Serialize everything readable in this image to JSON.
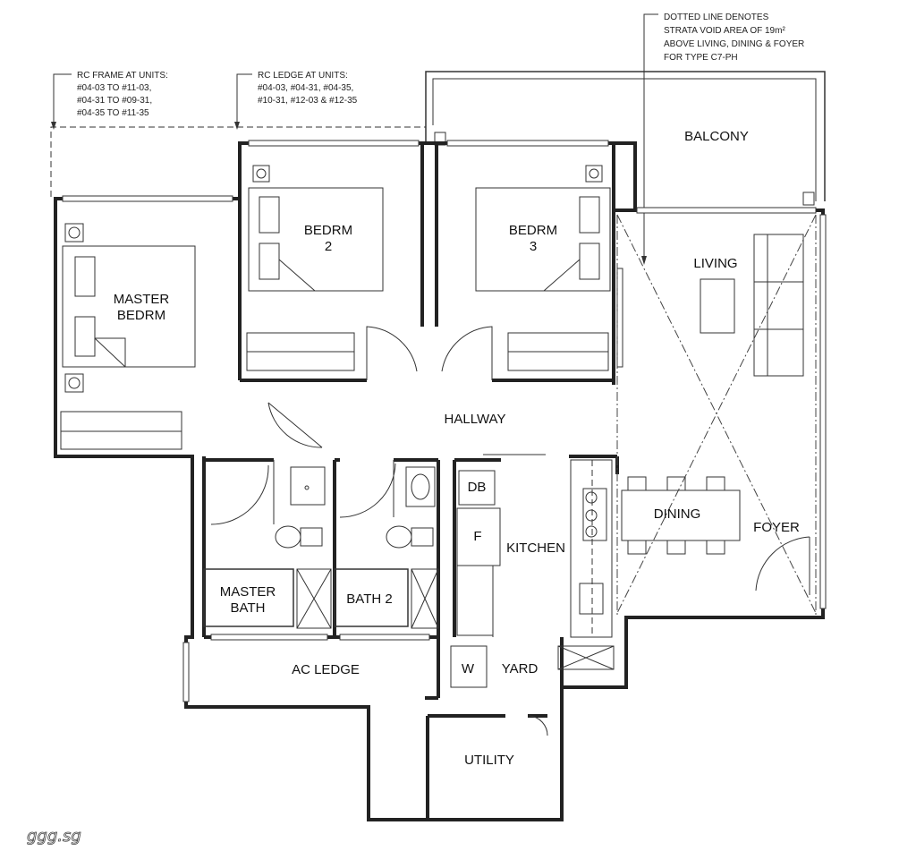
{
  "rooms": {
    "balcony": "BALCONY",
    "bedroom2_line1": "BEDRM",
    "bedroom2_line2": "2",
    "bedroom3_line1": "BEDRM",
    "bedroom3_line2": "3",
    "living": "LIVING",
    "master_line1": "MASTER",
    "master_line2": "BEDRM",
    "hallway": "HALLWAY",
    "db": "DB",
    "fridge": "F",
    "kitchen": "KITCHEN",
    "dining": "DINING",
    "foyer": "FOYER",
    "master_bath_line1": "MASTER",
    "master_bath_line2": "BATH",
    "bath2": "BATH 2",
    "ac_ledge": "AC LEDGE",
    "washer": "W",
    "yard": "YARD",
    "utility": "UTILITY"
  },
  "notes": {
    "rc_frame": [
      "RC FRAME AT UNITS:",
      "#04-03 TO #11-03,",
      "#04-31 TO #09-31,",
      "#04-35 TO #11-35"
    ],
    "rc_ledge": [
      "RC LEDGE AT UNITS:",
      "#04-03, #04-31, #04-35,",
      "#10-31, #12-03 & #12-35"
    ],
    "void": [
      "DOTTED LINE DENOTES",
      "STRATA VOID AREA OF 19m²",
      "ABOVE LIVING, DINING & FOYER",
      "FOR TYPE C7-PH"
    ]
  },
  "watermark": "ggg.sg",
  "colors": {
    "line": "#222222",
    "background": "#ffffff"
  }
}
